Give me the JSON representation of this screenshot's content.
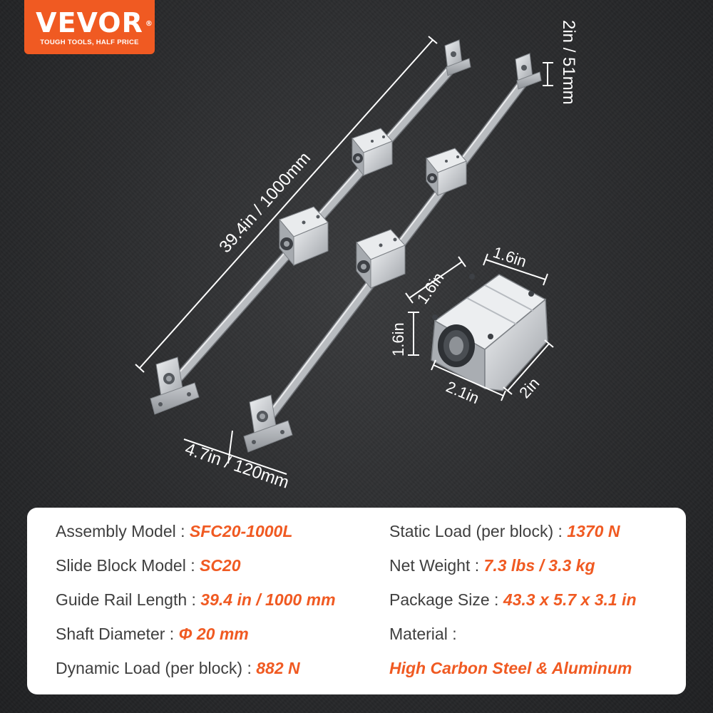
{
  "brand": {
    "name": "VEVOR",
    "registered": "®",
    "tagline": "TOUGH TOOLS, HALF PRICE",
    "accent_color": "#f05a22"
  },
  "dimensions": {
    "rail_length": "39.4in / 1000mm",
    "support_height": "2in / 51mm",
    "rail_spacing": "4.7in / 120mm",
    "block_top_width": "1.6in",
    "block_top_depth": "1.6in",
    "block_height": "1.6in",
    "block_length": "2.1in",
    "block_depth": "2in"
  },
  "specs": {
    "assembly_model": {
      "label": "Assembly Model :",
      "value": "SFC20-1000L"
    },
    "slide_block_model": {
      "label": "Slide Block Model :",
      "value": "SC20"
    },
    "guide_rail_length": {
      "label": "Guide Rail Length :",
      "value": "39.4 in / 1000 mm"
    },
    "shaft_diameter": {
      "label": "Shaft Diameter :",
      "value": "Φ 20 mm"
    },
    "dynamic_load": {
      "label": "Dynamic Load (per block) :",
      "value": "882 N"
    },
    "static_load": {
      "label": "Static Load (per block) :",
      "value": "1370 N"
    },
    "net_weight": {
      "label": "Net Weight :",
      "value": "7.3 lbs / 3.3 kg"
    },
    "package_size": {
      "label": "Package Size :",
      "value": "43.3 x 5.7 x 3.1 in"
    },
    "material": {
      "label": "Material :",
      "value": "High Carbon Steel & Aluminum"
    }
  }
}
